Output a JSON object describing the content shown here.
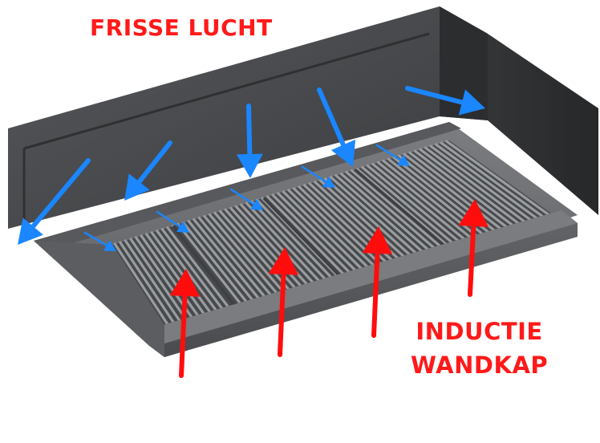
{
  "labels": {
    "fresh_air": "FRISSE LUCHT",
    "hood_line1": "INDUCTIE",
    "hood_line2": "WANDKAP"
  },
  "colors": {
    "hood_top": "#4e4f51",
    "hood_back": "#3a3b3d",
    "hood_side": "#2f3032",
    "hood_inner": "#6d6f72",
    "filter_dark": "#3f4043",
    "filter_light": "#9a9c9f",
    "lip": "#5a5b5e",
    "fresh_air_arrow": "#1a86ff",
    "exhaust_arrow": "#ff0d0d",
    "text_red": "#ff1a1a"
  },
  "icons": {
    "fresh_air_arrow": "arrow-down-blue",
    "exhaust_arrow": "arrow-up-red"
  }
}
